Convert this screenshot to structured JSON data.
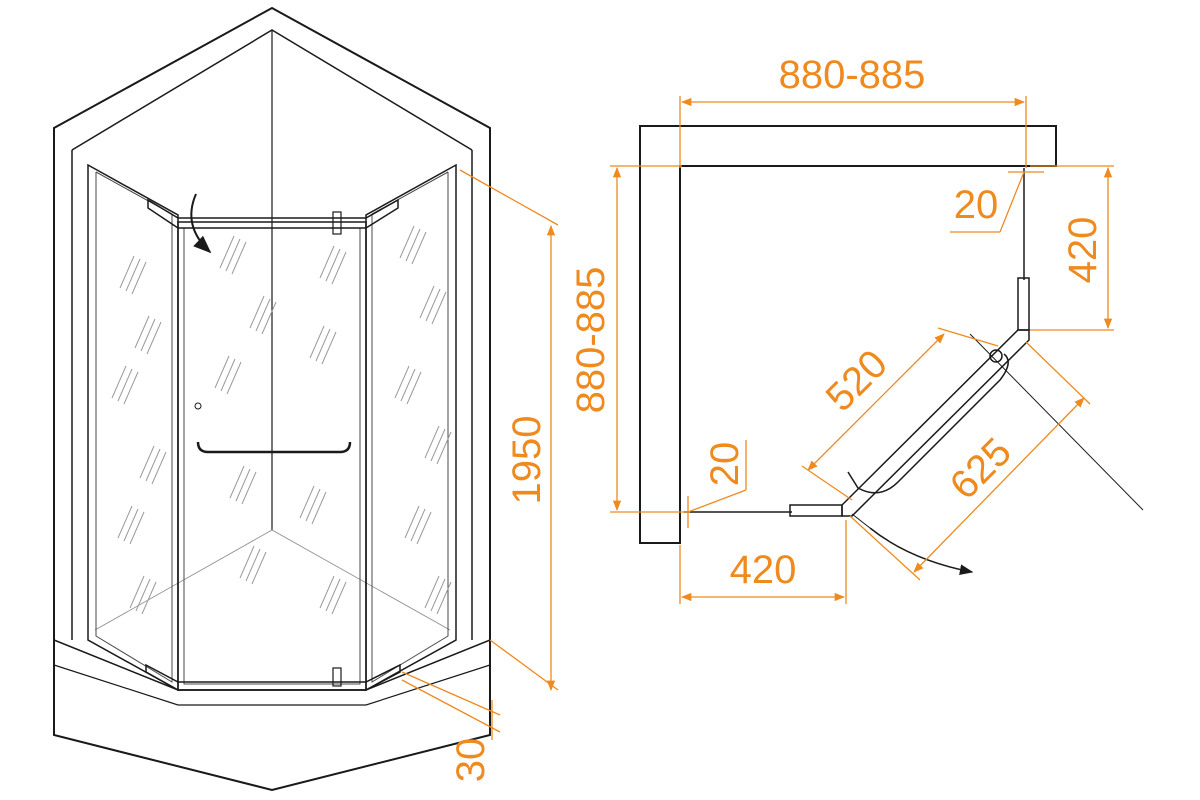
{
  "colors": {
    "dimension": "#ee8a1e",
    "outline": "#1a1a1a",
    "wall_fill": "#ffffff"
  },
  "dimensions": {
    "height": "1950",
    "bottom_gap": "30",
    "top_width": "880-885",
    "side_depth": "880-885",
    "right_offset": "20",
    "right_panel": "420",
    "door_opening": "520",
    "door_span": "625",
    "left_offset": "20",
    "bottom_panel": "420"
  },
  "icons": [
    "door-swing-arrow-icon"
  ]
}
